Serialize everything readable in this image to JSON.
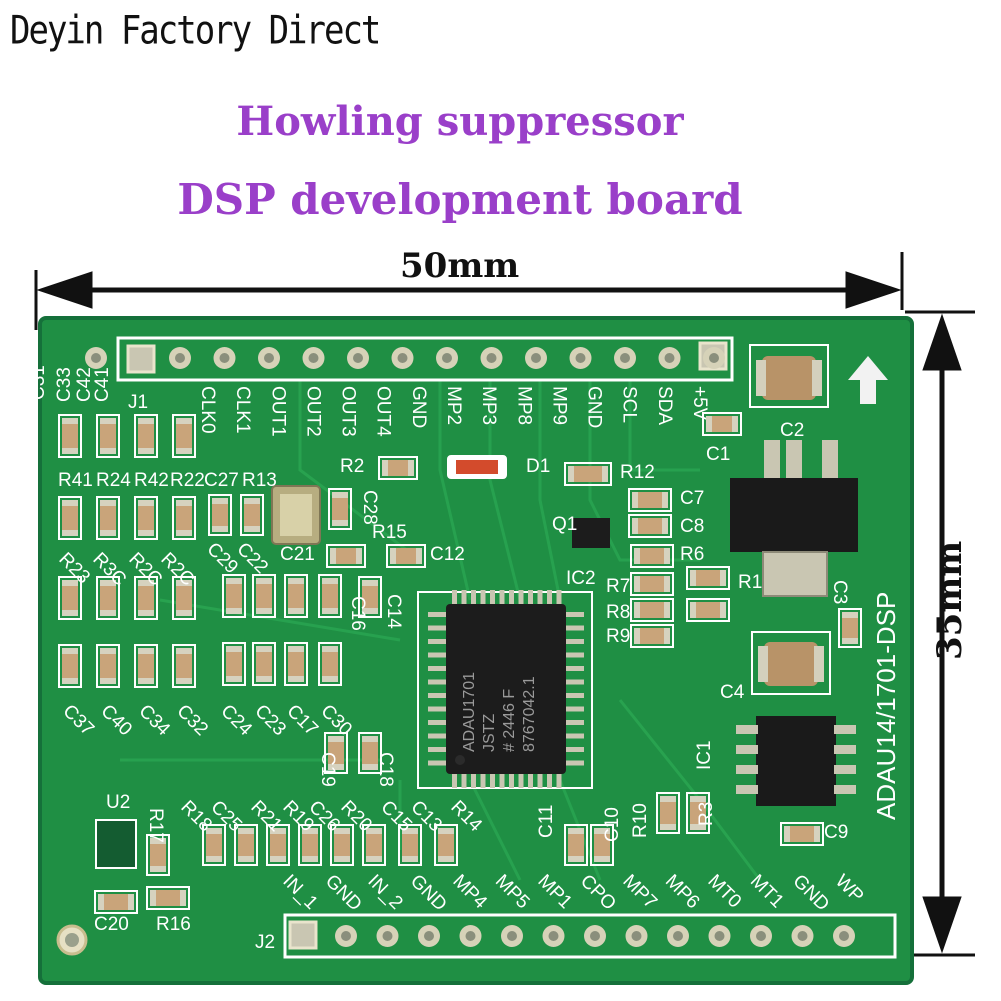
{
  "watermark": "Deyin Factory Direct",
  "title_line1": "Howling suppressor",
  "title_line2": "DSP development board",
  "dimension_width": "50mm",
  "dimension_height": "35mm",
  "board": {
    "product_label": "ADAU14/1701-DSP",
    "chip_label": [
      "ADAU1701",
      "JSTZ",
      "# 2446 F",
      "8767042.1"
    ],
    "top_header_label": "J1",
    "bottom_header_label": "J2",
    "top_pins": [
      "CLK0",
      "CLK1",
      "OUT1",
      "OUT2",
      "OUT3",
      "OUT4",
      "GND",
      "MP2",
      "MP3",
      "MP8",
      "MP9",
      "GND",
      "SCL",
      "SDA",
      "+5V"
    ],
    "bottom_pins": [
      "IN_1",
      "GND",
      "IN_2",
      "GND",
      "MP4",
      "MP5",
      "MP1",
      "CPO",
      "MP7",
      "MP6",
      "MT0",
      "MT1",
      "GND",
      "WP"
    ],
    "components": [
      "C31",
      "C33",
      "C42",
      "C41",
      "R41",
      "R24",
      "R42",
      "R22",
      "C27",
      "R13",
      "C28",
      "R2",
      "D1",
      "R12",
      "C7",
      "C8",
      "Q1",
      "R6",
      "IC2",
      "R7",
      "R8",
      "R9",
      "R1",
      "C1",
      "C2",
      "C4",
      "IC1",
      "R10",
      "R3",
      "C9",
      "C11",
      "C10",
      "U2",
      "R17",
      "R18",
      "C25",
      "R21",
      "R19",
      "C26",
      "R20",
      "C15",
      "C13",
      "R14",
      "C20",
      "R16",
      "C21",
      "R15",
      "C12",
      "C29",
      "C22",
      "C14",
      "C16",
      "C37",
      "C40",
      "C34",
      "C32",
      "C24",
      "C23",
      "C17",
      "C30",
      "C19",
      "C18",
      "R23",
      "R3C",
      "R2C",
      "R2C",
      "C3"
    ]
  }
}
